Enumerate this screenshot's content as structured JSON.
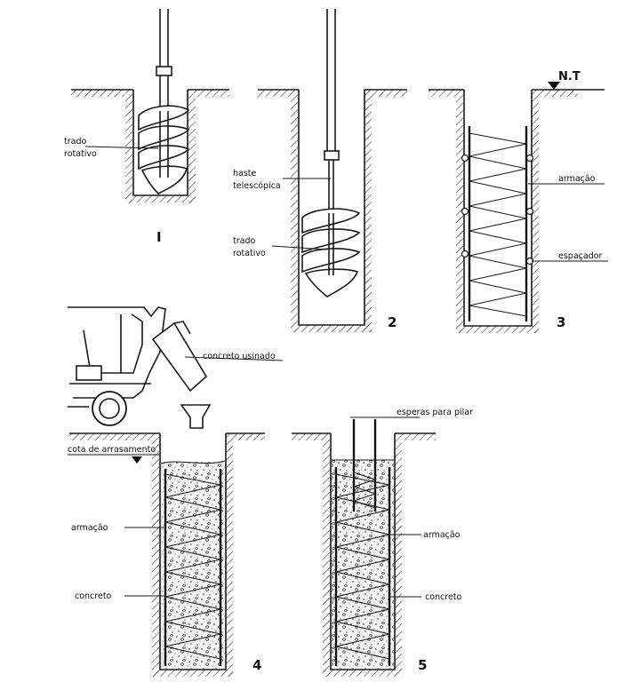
{
  "labels": {
    "trado_rotativo_1_line1": "trado",
    "trado_rotativo_1_line2": "rotativo",
    "haste_line1": "haste",
    "haste_line2": "telescópica",
    "trado_rotativo_2_line1": "trado",
    "trado_rotativo_2_line2": "rotativo",
    "nt": "N.T",
    "armacao_3": "armação",
    "espacador": "espaçador",
    "concreto_usinado": "concreto  usinado",
    "cota_arrasamento": "cota de arrasamento",
    "armacao_4": "armação",
    "concreto_4": "concreto",
    "esperas_pilar": "esperas para pilar",
    "armacao_5": "armação",
    "concreto_5": "concreto"
  },
  "steps": [
    "I",
    "2",
    "3",
    "4",
    "5"
  ],
  "colors": {
    "ink": "#1a1a1a",
    "paper": "#ffffff"
  }
}
